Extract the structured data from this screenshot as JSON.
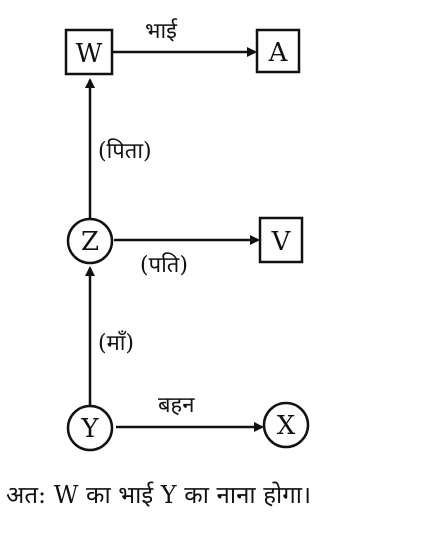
{
  "nodes": {
    "W": "W",
    "A": "A",
    "Z": "Z",
    "V": "V",
    "Y": "Y",
    "X": "X"
  },
  "edges": {
    "w_to_a": "भाई",
    "z_to_w": "(पिता)",
    "z_to_v": "(पति)",
    "y_to_z": "(माँ)",
    "y_to_x": "बहन"
  },
  "conclusion": "अत: W का भाई Y का नाना होगा।"
}
